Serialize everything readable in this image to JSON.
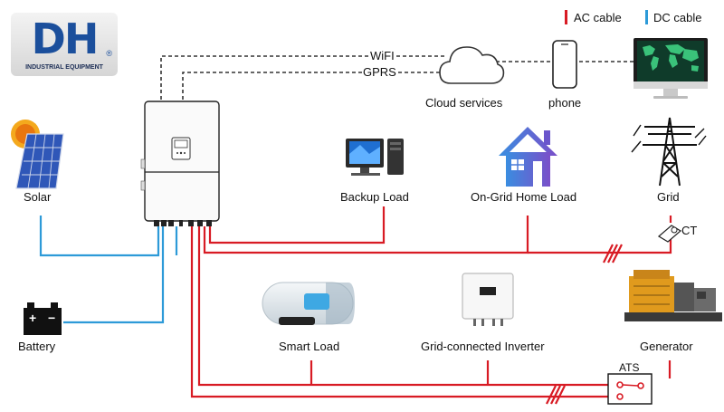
{
  "logo": {
    "mark": "DH",
    "subtitle": "INDUSTRIAL EQUIPMENT",
    "registered": "®"
  },
  "legend": {
    "ac": {
      "label": "AC cable",
      "color": "#d81b24"
    },
    "dc": {
      "label": "DC cable",
      "color": "#2d9ad8"
    }
  },
  "links": {
    "wifi": "WiFI",
    "gprs": "GPRS"
  },
  "nodes": {
    "cloud": "Cloud services",
    "phone": "phone",
    "solar": "Solar",
    "battery": "Battery",
    "battery_plus": "+",
    "battery_minus": "−",
    "backup_load": "Backup Load",
    "home_load": "On-Grid Home Load",
    "grid": "Grid",
    "ct": "CT",
    "smart_load": "Smart Load",
    "grid_inverter": "Grid-connected Inverter",
    "generator": "Generator",
    "ats": "ATS"
  }
}
